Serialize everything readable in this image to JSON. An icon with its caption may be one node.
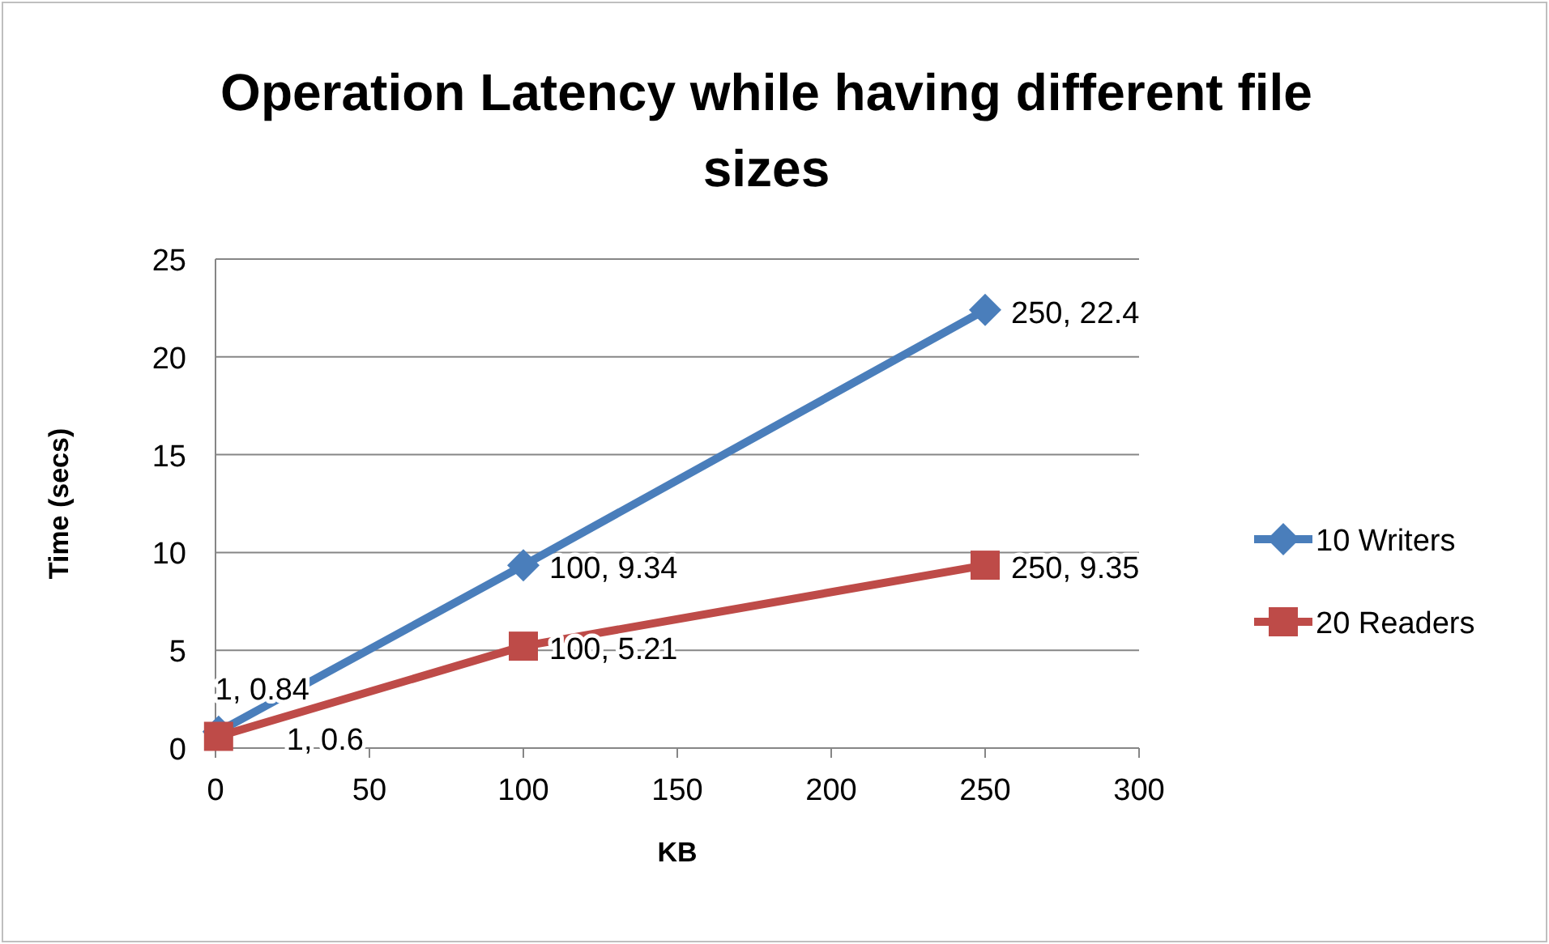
{
  "diagram": {
    "chart_data": {
      "type": "line",
      "title": "Operation Latency while having different file sizes",
      "xlabel": "KB",
      "ylabel": "Time (secs)",
      "x": [
        1,
        100,
        250
      ],
      "series": [
        {
          "name": "10 Writers",
          "color": "#4a7ebb",
          "marker": "diamond",
          "values": [
            0.84,
            9.34,
            22.4
          ],
          "value_labels": [
            "1, 0.84",
            "100, 9.34",
            "250, 22.4"
          ]
        },
        {
          "name": "20 Readers",
          "color": "#be4b48",
          "marker": "square",
          "values": [
            0.6,
            5.21,
            9.35
          ],
          "value_labels": [
            "1, 0.6",
            "100, 5.21",
            "250, 9.35"
          ]
        }
      ],
      "xlim": [
        0,
        300
      ],
      "ylim": [
        0,
        25
      ],
      "xticks": [
        0,
        50,
        100,
        150,
        200,
        250,
        300
      ],
      "yticks": [
        0,
        5,
        10,
        15,
        20,
        25
      ],
      "grid": "y",
      "legend": true
    }
  }
}
